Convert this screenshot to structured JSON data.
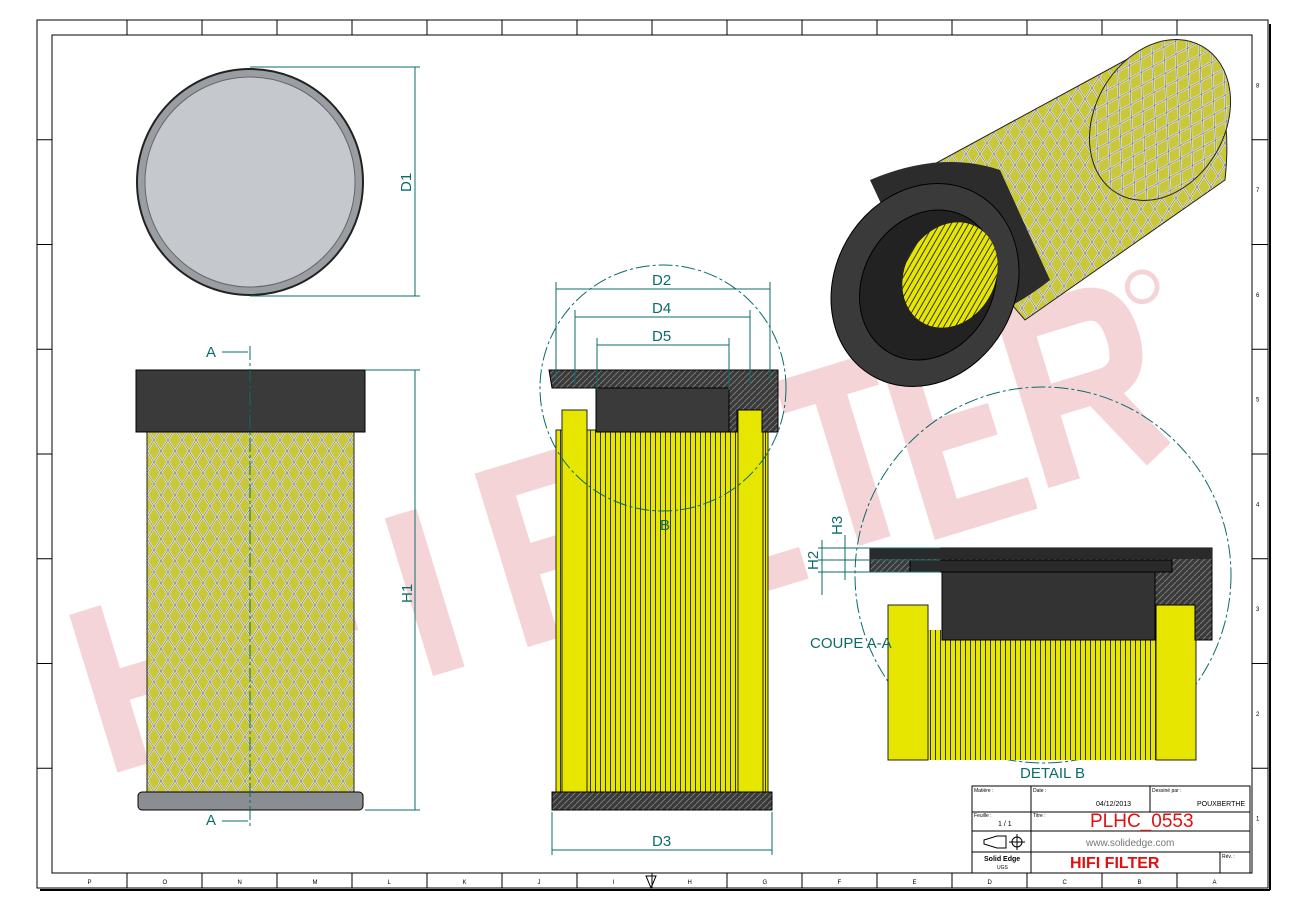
{
  "border": {
    "columns": [
      "P",
      "O",
      "N",
      "M",
      "L",
      "K",
      "J",
      "I",
      "H",
      "G",
      "F",
      "E",
      "D",
      "C",
      "B",
      "A"
    ],
    "rows": [
      "8",
      "7",
      "6",
      "5",
      "4",
      "3",
      "2",
      "1"
    ]
  },
  "watermark": "HIFI FILTER®",
  "dimensions": {
    "d1": "D1",
    "d2": "D2",
    "d3": "D3",
    "d4": "D4",
    "d5": "D5",
    "h1": "H1",
    "h2": "H2",
    "h3": "H3"
  },
  "section": {
    "marker_top": "A",
    "marker_bottom": "A",
    "coupe_label": "COUPE A-A",
    "detail_marker": "B",
    "detail_label": "DETAIL B"
  },
  "title_block": {
    "matiere_label": "Matière :",
    "date_label": "Date :",
    "date": "04/12/2013",
    "dessine_label": "Dessiné par :",
    "author": "POUXBERTHE",
    "feuille_label": "Feuille :",
    "sheet": "1 / 1",
    "titre_label": "Titre :",
    "title": "PLHC_0553",
    "website": "www.solidedge.com",
    "software": "Solid Edge",
    "vendor": "UGS",
    "product": "HIFI FILTER",
    "rev_label": "Rév. :"
  },
  "colors": {
    "line": "#0b6b6b",
    "filter_yellow": "#e6e600",
    "cap": "#3a3a3a",
    "title_red": "#e01010"
  }
}
